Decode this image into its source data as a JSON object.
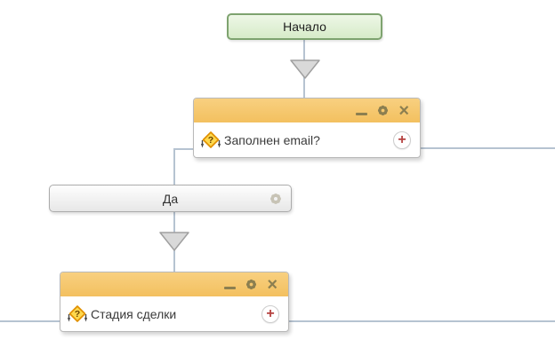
{
  "colors": {
    "connector": "#b6c3d1",
    "node_header_orange": "#f5c76e",
    "header_icon": "#8c7f50",
    "start_fill": "#e4f2d9",
    "start_border": "#7ea36f",
    "add_button_red": "#b5413f",
    "diamond_yellow": "#ffd84d",
    "diamond_border": "#e08f00",
    "arrow_fill": "#d9d9d9"
  },
  "nodes": {
    "start": {
      "label": "Начало"
    },
    "condition": {
      "label": "Заполнен email?"
    },
    "yes_branch": {
      "label": "Да"
    },
    "stage": {
      "label": "Стадия сделки"
    }
  },
  "icons": {
    "minimize": "–",
    "gear": "⚙",
    "close": "×",
    "add": "+",
    "question": "?",
    "arrow_down": "▼"
  }
}
